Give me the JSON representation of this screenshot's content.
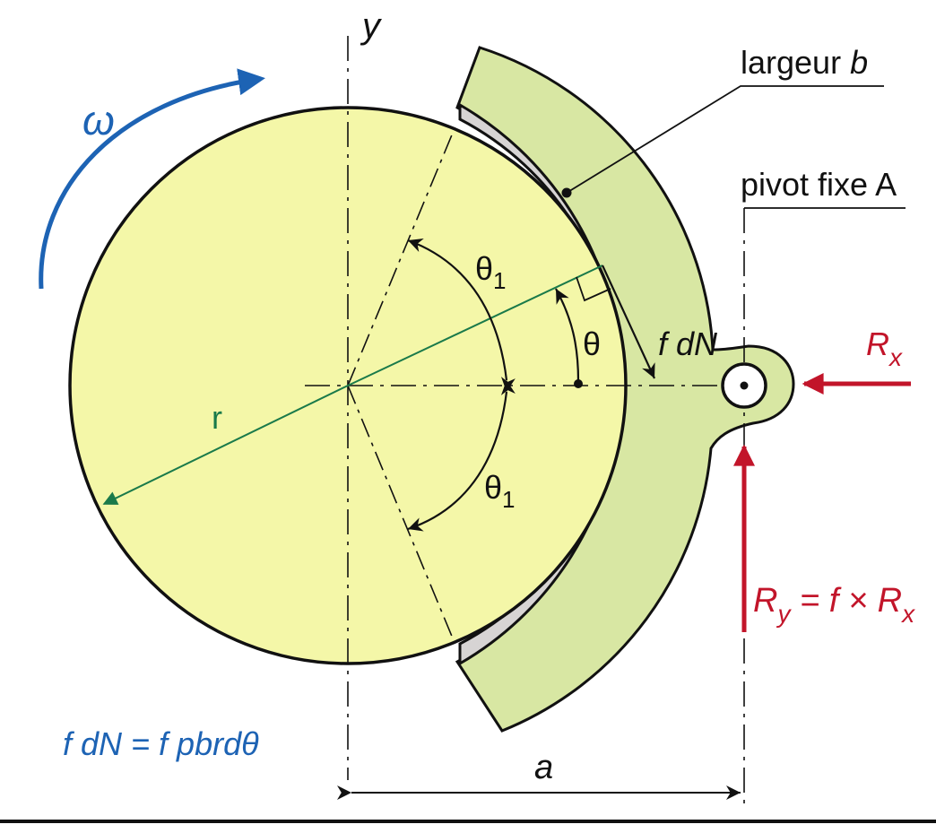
{
  "labels": {
    "y_axis": "y",
    "omega": "ω",
    "width": {
      "text": "largeur ",
      "var": "b"
    },
    "pivot": "pivot fixe A",
    "theta1_top": {
      "sym": "θ",
      "sub": "1"
    },
    "theta1_bottom": {
      "sym": "θ",
      "sub": "1"
    },
    "theta": "θ",
    "friction": "f dN",
    "radius": "r",
    "rx": {
      "sym": "R",
      "sub": "x"
    },
    "ry": {
      "lhs": "R",
      "lhs_sub": "y",
      "eq": " = f × ",
      "rhs": "R",
      "rhs_sub": "x"
    },
    "formula": "f dN = f pbrdθ",
    "distance": "a"
  },
  "colors": {
    "drum_fill": "#f4f7a8",
    "shoe_fill": "#d8e7a3",
    "lining_fill": "#d7d4d4",
    "stroke": "#111111",
    "omega_blue": "#1d63b4",
    "force_red": "#c2152a",
    "radius_line": "#1a7a4a"
  }
}
